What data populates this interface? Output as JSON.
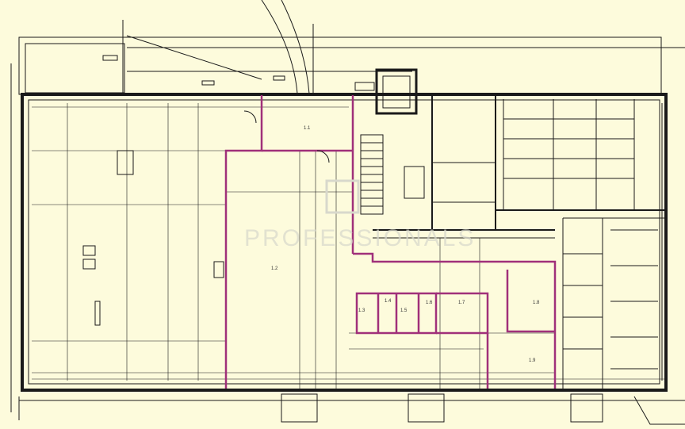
{
  "drawing": {
    "watermark": "PROFESSIONALS",
    "rooms": [
      {
        "id": "1.1"
      },
      {
        "id": "1.2"
      },
      {
        "id": "1.3"
      },
      {
        "id": "1.4"
      },
      {
        "id": "1.5"
      },
      {
        "id": "1.6"
      },
      {
        "id": "1.7"
      },
      {
        "id": "1.8"
      },
      {
        "id": "1.9"
      }
    ],
    "colors": {
      "background": "#fdfbdc",
      "walls": "#1a1a1a",
      "partitions": "#a0307a"
    }
  }
}
